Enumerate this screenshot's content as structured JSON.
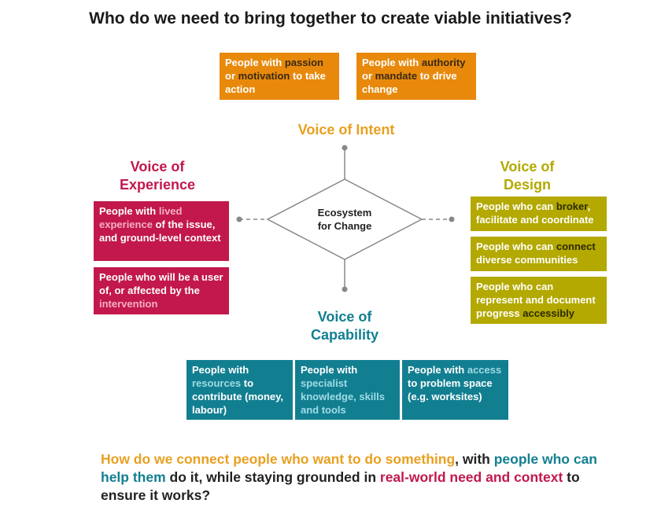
{
  "title": "Who do we need to bring together to create viable initiatives?",
  "colors": {
    "intent": "#e8890c",
    "experience": "#c2184b",
    "design": "#b3a900",
    "capability": "#127f91"
  },
  "center": {
    "line1": "Ecosystem",
    "line2": "for Change"
  },
  "intent": {
    "label": "Voice of Intent",
    "boxes": [
      {
        "p1": "People with ",
        "h1": "passion",
        "p2": " or ",
        "h2": "motivation",
        "p3": " to take action"
      },
      {
        "p1": "People with ",
        "h1": "authority",
        "p2": " or ",
        "h2": "mandate",
        "p3": " to drive change"
      }
    ]
  },
  "experience": {
    "label_line1": "Voice of",
    "label_line2": "Experience",
    "box1": {
      "p1": "People with ",
      "h1": "lived experience",
      "p2": " of the issue, and ground-level context"
    },
    "box2": {
      "p1": "People who will be a user of, or affected by the ",
      "h1": "intervention"
    }
  },
  "design": {
    "label_line1": "Voice of",
    "label_line2": "Design",
    "box1": {
      "p1": "People who can ",
      "h1": "broker",
      "p2": ", facilitate and coordinate"
    },
    "box2": {
      "p1": "People who can ",
      "h1": "connect",
      "p2": " diverse communities"
    },
    "box3": {
      "p1": "People who can represent and document progress ",
      "h1": "accessibly"
    }
  },
  "capability": {
    "label_line1": "Voice of",
    "label_line2": "Capability",
    "box1": {
      "p1": "People with ",
      "h1": "resources",
      "p2": " to contribute (money, labour)"
    },
    "box2": {
      "p1": "People with ",
      "h1": "specialist knowledge, skills and tools"
    },
    "box3": {
      "p1": "People with ",
      "h1": "access",
      "p2": " to problem space (e.g. worksites)"
    }
  },
  "question": {
    "s1": "How do we connect ",
    "s2": "people who want to do something",
    "s3": ", with ",
    "s4": "people who can help them",
    "s5": " do it, while staying grounded in ",
    "s6": "real-world need and context",
    "s7": " to ensure it works?"
  }
}
